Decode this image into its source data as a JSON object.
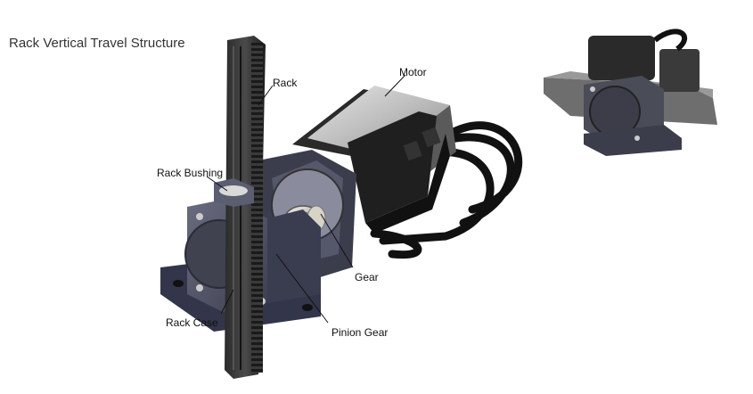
{
  "title": "Rack Vertical Travel Structure",
  "labels": {
    "motor": "Motor",
    "rack": "Rack",
    "rack_bushing": "Rack Bushing",
    "gear": "Gear",
    "rack_case": "Rack Case",
    "pinion_gear": "Pinion Gear"
  }
}
